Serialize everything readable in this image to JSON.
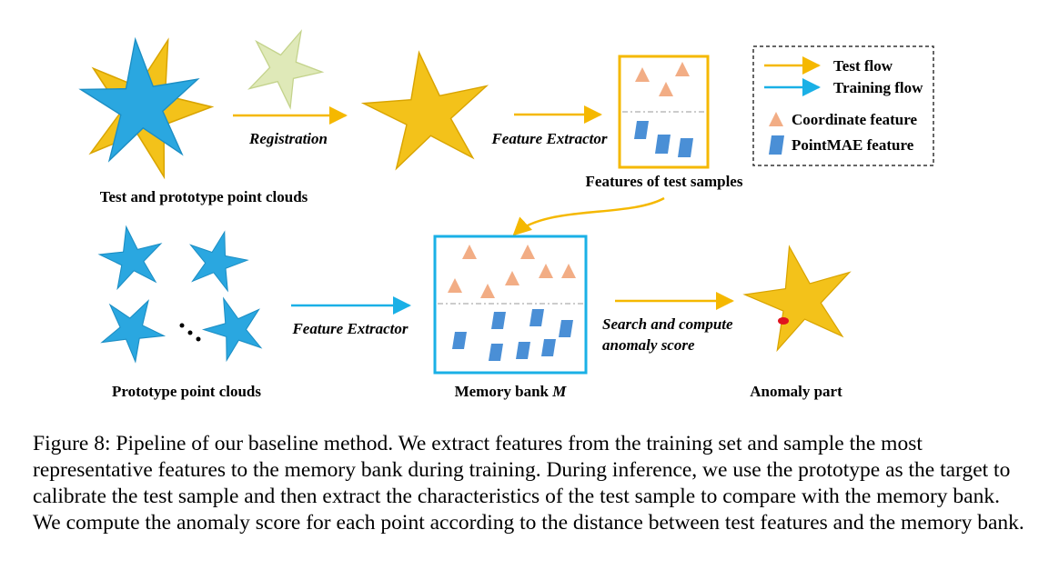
{
  "labels": {
    "test_proto_clouds": "Test and prototype point clouds",
    "registration": "Registration",
    "feature_extractor_top": "Feature Extractor",
    "features_test": "Features of test samples",
    "prototype_clouds": "Prototype point clouds",
    "feature_extractor_bottom": "Feature Extractor",
    "memory_bank": "Memory bank ",
    "memory_bank_symbol": "M",
    "search_line1": "Search and compute",
    "search_line2": "anomaly score",
    "anomaly_part": "Anomaly part"
  },
  "legend": {
    "test_flow": "Test flow",
    "training_flow": "Training flow",
    "coordinate_feature": "Coordinate feature",
    "pointmae_feature": "PointMAE feature"
  },
  "colors": {
    "test_flow": "#f5b800",
    "training_flow": "#1ab0e6",
    "coordinate": "#f2ad85",
    "pointmae": "#4a8fd6",
    "starfish_yellow": "#f3c21a",
    "starfish_blue": "#2aa7e0",
    "anomaly": "#e0141e"
  },
  "caption": "Figure 8: Pipeline of our baseline method. We extract features from the training set and sample the most representative features to the memory bank during training. During inference, we use the prototype as the target to calibrate the test sample and then extract the characteristics of the test sample to compare with the memory bank. We compute the anomaly score for each point according to the distance between test features and the memory bank."
}
